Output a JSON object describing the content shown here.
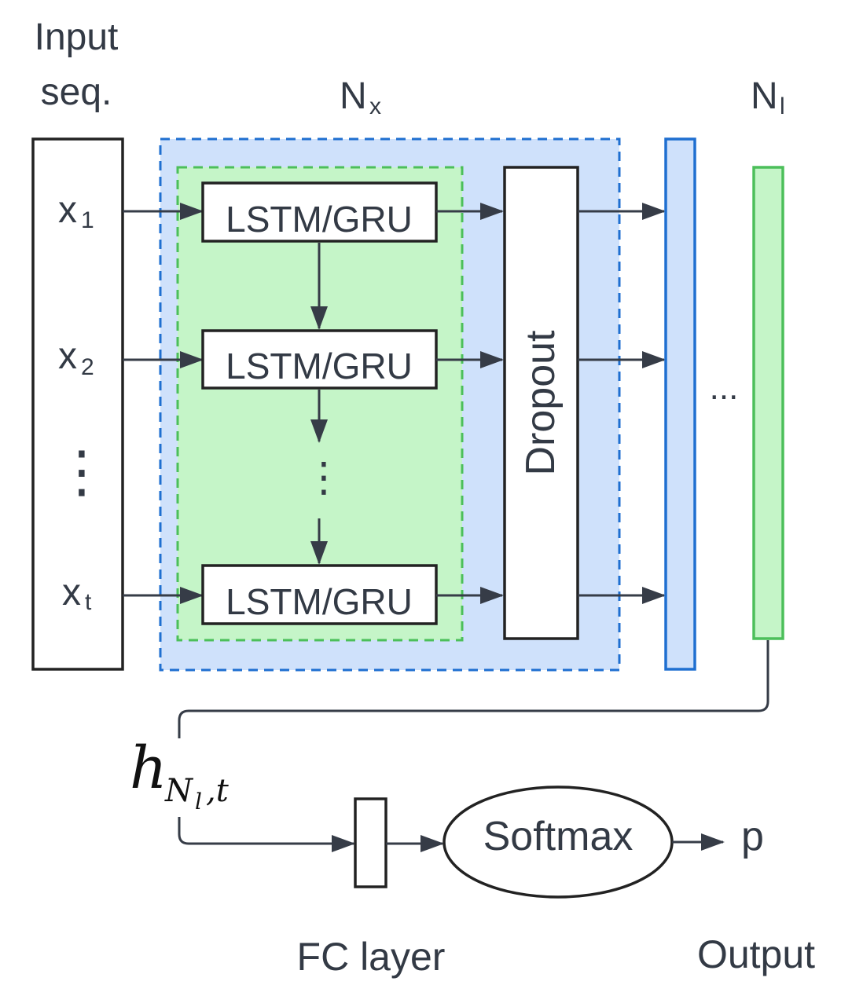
{
  "labels": {
    "input_seq_line1": "Input",
    "input_seq_line2": "seq.",
    "nx_main": "N",
    "nx_sub": "x",
    "nl_main": "N",
    "nl_sub": "l",
    "fc_layer": "FC layer",
    "output": "Output"
  },
  "inputs": [
    {
      "main": "x",
      "sub": "1"
    },
    {
      "main": "x",
      "sub": "2"
    },
    {
      "main": "x",
      "sub": "t"
    }
  ],
  "input_ellipsis": "⋮",
  "cells": [
    {
      "label": "LSTM/GRU"
    },
    {
      "label": "LSTM/GRU"
    },
    {
      "label": "LSTM/GRU"
    }
  ],
  "cell_ellipsis": "⋮",
  "layer_ellipsis": "...",
  "dropout_label": "Dropout",
  "hidden_state": {
    "main": "h",
    "sub_n": "N",
    "sub_l": "l",
    "sub_t": ",t"
  },
  "softmax_label": "Softmax",
  "output_symbol": "p",
  "colors": {
    "outer_fill": "#cfe1fb",
    "outer_border": "#1f6fd0",
    "inner_fill": "#c5f5c8",
    "inner_border": "#4cbf5a",
    "line": "#363c47"
  }
}
